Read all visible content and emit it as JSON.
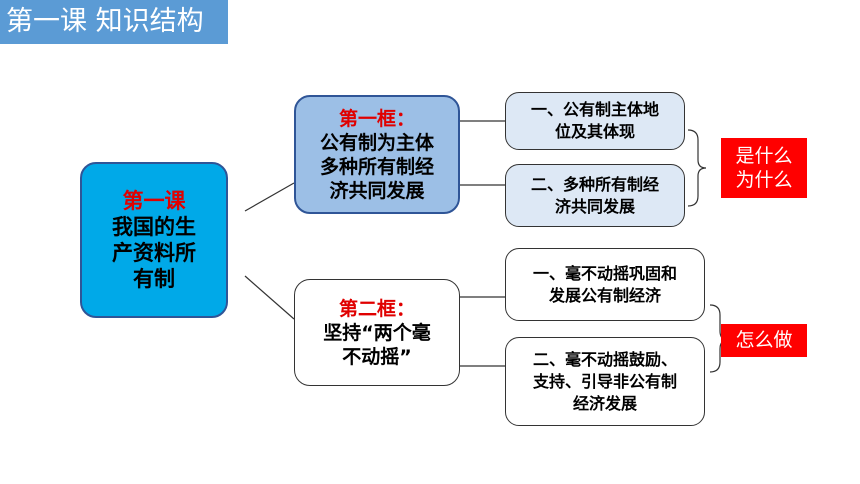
{
  "header": {
    "title": "第一课 知识结构"
  },
  "root": {
    "head": "第一课",
    "lines": [
      "我国的生",
      "产资料所",
      "有制"
    ]
  },
  "branches": [
    {
      "head": "第一框：",
      "lines": [
        "公有制为主体",
        "多种所有制经",
        "济共同发展"
      ],
      "items": [
        {
          "lines": [
            "一、公有制主体地",
            "位及其体现"
          ]
        },
        {
          "lines": [
            "二、多种所有制经",
            "济共同发展"
          ]
        }
      ],
      "tag": [
        "是什么",
        "为什么"
      ]
    },
    {
      "head": "第二框：",
      "lines": [
        "坚持“两个毫",
        "不动摇”"
      ],
      "items": [
        {
          "lines": [
            "一、毫不动摇巩固和",
            "发展公有制经济"
          ]
        },
        {
          "lines": [
            "二、毫不动摇鼓励、",
            "支持、引导非公有制",
            "经济发展"
          ]
        }
      ],
      "tag": [
        "怎么做"
      ]
    }
  ],
  "colors": {
    "title_bg": "#5b9bd5",
    "root_bg": "#00a9e8",
    "branch1_bg": "#9cbfe6",
    "leaf_bg": "#dde8f5",
    "accent_red": "#ff0000",
    "heading_red": "#e00000"
  }
}
